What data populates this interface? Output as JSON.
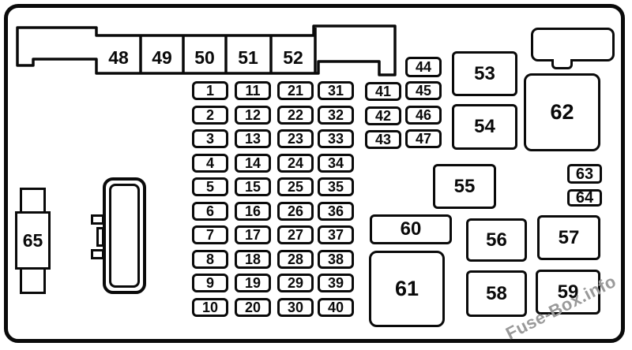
{
  "colors": {
    "line": "#0a0a0a",
    "background": "#ffffff",
    "watermark": "#999999"
  },
  "watermark": {
    "text": "Fuse-Box.info"
  },
  "top_connector_fuses": [
    "48",
    "49",
    "50",
    "51",
    "52"
  ],
  "fuse_grid": {
    "col_1_10": [
      "1",
      "2",
      "3",
      "4",
      "5",
      "6",
      "7",
      "8",
      "9",
      "10"
    ],
    "col_11_20": [
      "11",
      "12",
      "13",
      "14",
      "15",
      "16",
      "17",
      "18",
      "19",
      "20"
    ],
    "col_21_30": [
      "21",
      "22",
      "23",
      "24",
      "25",
      "26",
      "27",
      "28",
      "29",
      "30"
    ],
    "col_31_40": [
      "31",
      "32",
      "33",
      "34",
      "35",
      "36",
      "37",
      "38",
      "39",
      "40"
    ],
    "col_41_43": [
      "41",
      "42",
      "43"
    ],
    "fuse_44": "44",
    "col_45_47": [
      "45",
      "46",
      "47"
    ]
  },
  "relay_boxes": {
    "b53": "53",
    "b54": "54",
    "b55": "55",
    "b56": "56",
    "b57": "57",
    "b58": "58",
    "b59": "59",
    "b60": "60",
    "b61": "61",
    "b62": "62",
    "b63": "63",
    "b64": "64"
  },
  "fusible_link": {
    "label": "65"
  }
}
